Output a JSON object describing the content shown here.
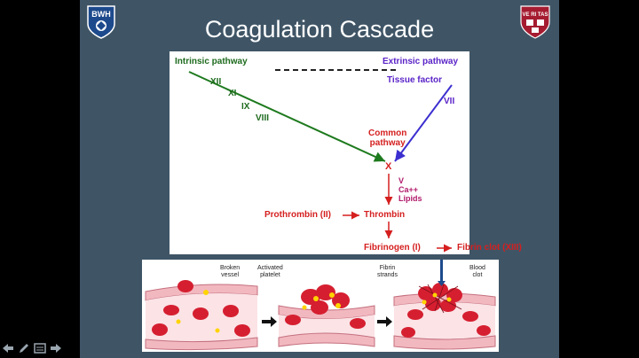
{
  "slide": {
    "title": "Coagulation Cascade",
    "logo_left": "BWH",
    "logo_right": "VE RI TAS"
  },
  "diagram": {
    "intrinsic_label": "Intrinsic pathway",
    "extrinsic_label": "Extrinsic pathway",
    "tissue_factor": "Tissue factor",
    "factor_xii": "XII",
    "factor_xi": "XI",
    "factor_ix": "IX",
    "factor_viii": "VIII",
    "factor_vii": "VII",
    "common_pathway": "Common\npathway",
    "factor_x": "X",
    "cofactors": "V\nCa++\nLipids",
    "prothrombin": "Prothrombin (II)",
    "thrombin": "Thrombin",
    "fibrinogen": "Fibrinogen (I)",
    "fibrin_clot": "Fibrin clot (XIII)",
    "colors": {
      "intrinsic": "#1e7a1e",
      "extrinsic": "#3c2fd0",
      "common": "#d51f1f"
    }
  },
  "illustration": {
    "broken_vessel": "Broken\nvessel",
    "activated_platelet": "Activated\nplatelet",
    "fibrin_strands": "Fibrin\nstrands",
    "blood_clot": "Blood\nclot"
  },
  "controls": {
    "icons": [
      "prev-arrow-icon",
      "pen-icon",
      "menu-icon",
      "next-arrow-icon"
    ]
  }
}
